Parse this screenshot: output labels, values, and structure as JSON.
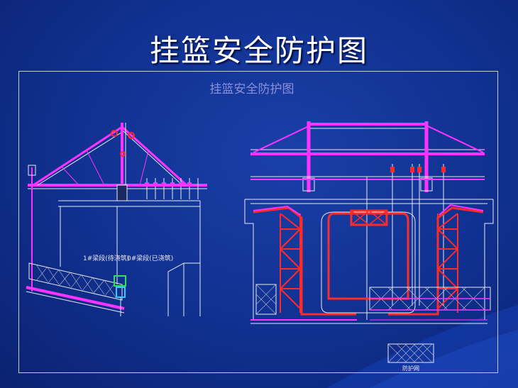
{
  "slide": {
    "title": "挂篮安全防护图"
  },
  "drawing": {
    "title": "挂篮安全防护图",
    "side_labels": {
      "segment_1": "1#梁段(待浇筑)",
      "segment_0": "0#梁段(已浇筑)"
    },
    "net_label": "防护网"
  },
  "colors": {
    "background": "#10308f",
    "frame": "#c8c8d8",
    "truss": "#ff33ff",
    "steel_red": "#ff2a2a",
    "line_white": "#e8e8f0",
    "accent_green": "#33dd55",
    "accent_cyan": "#33ccff"
  }
}
